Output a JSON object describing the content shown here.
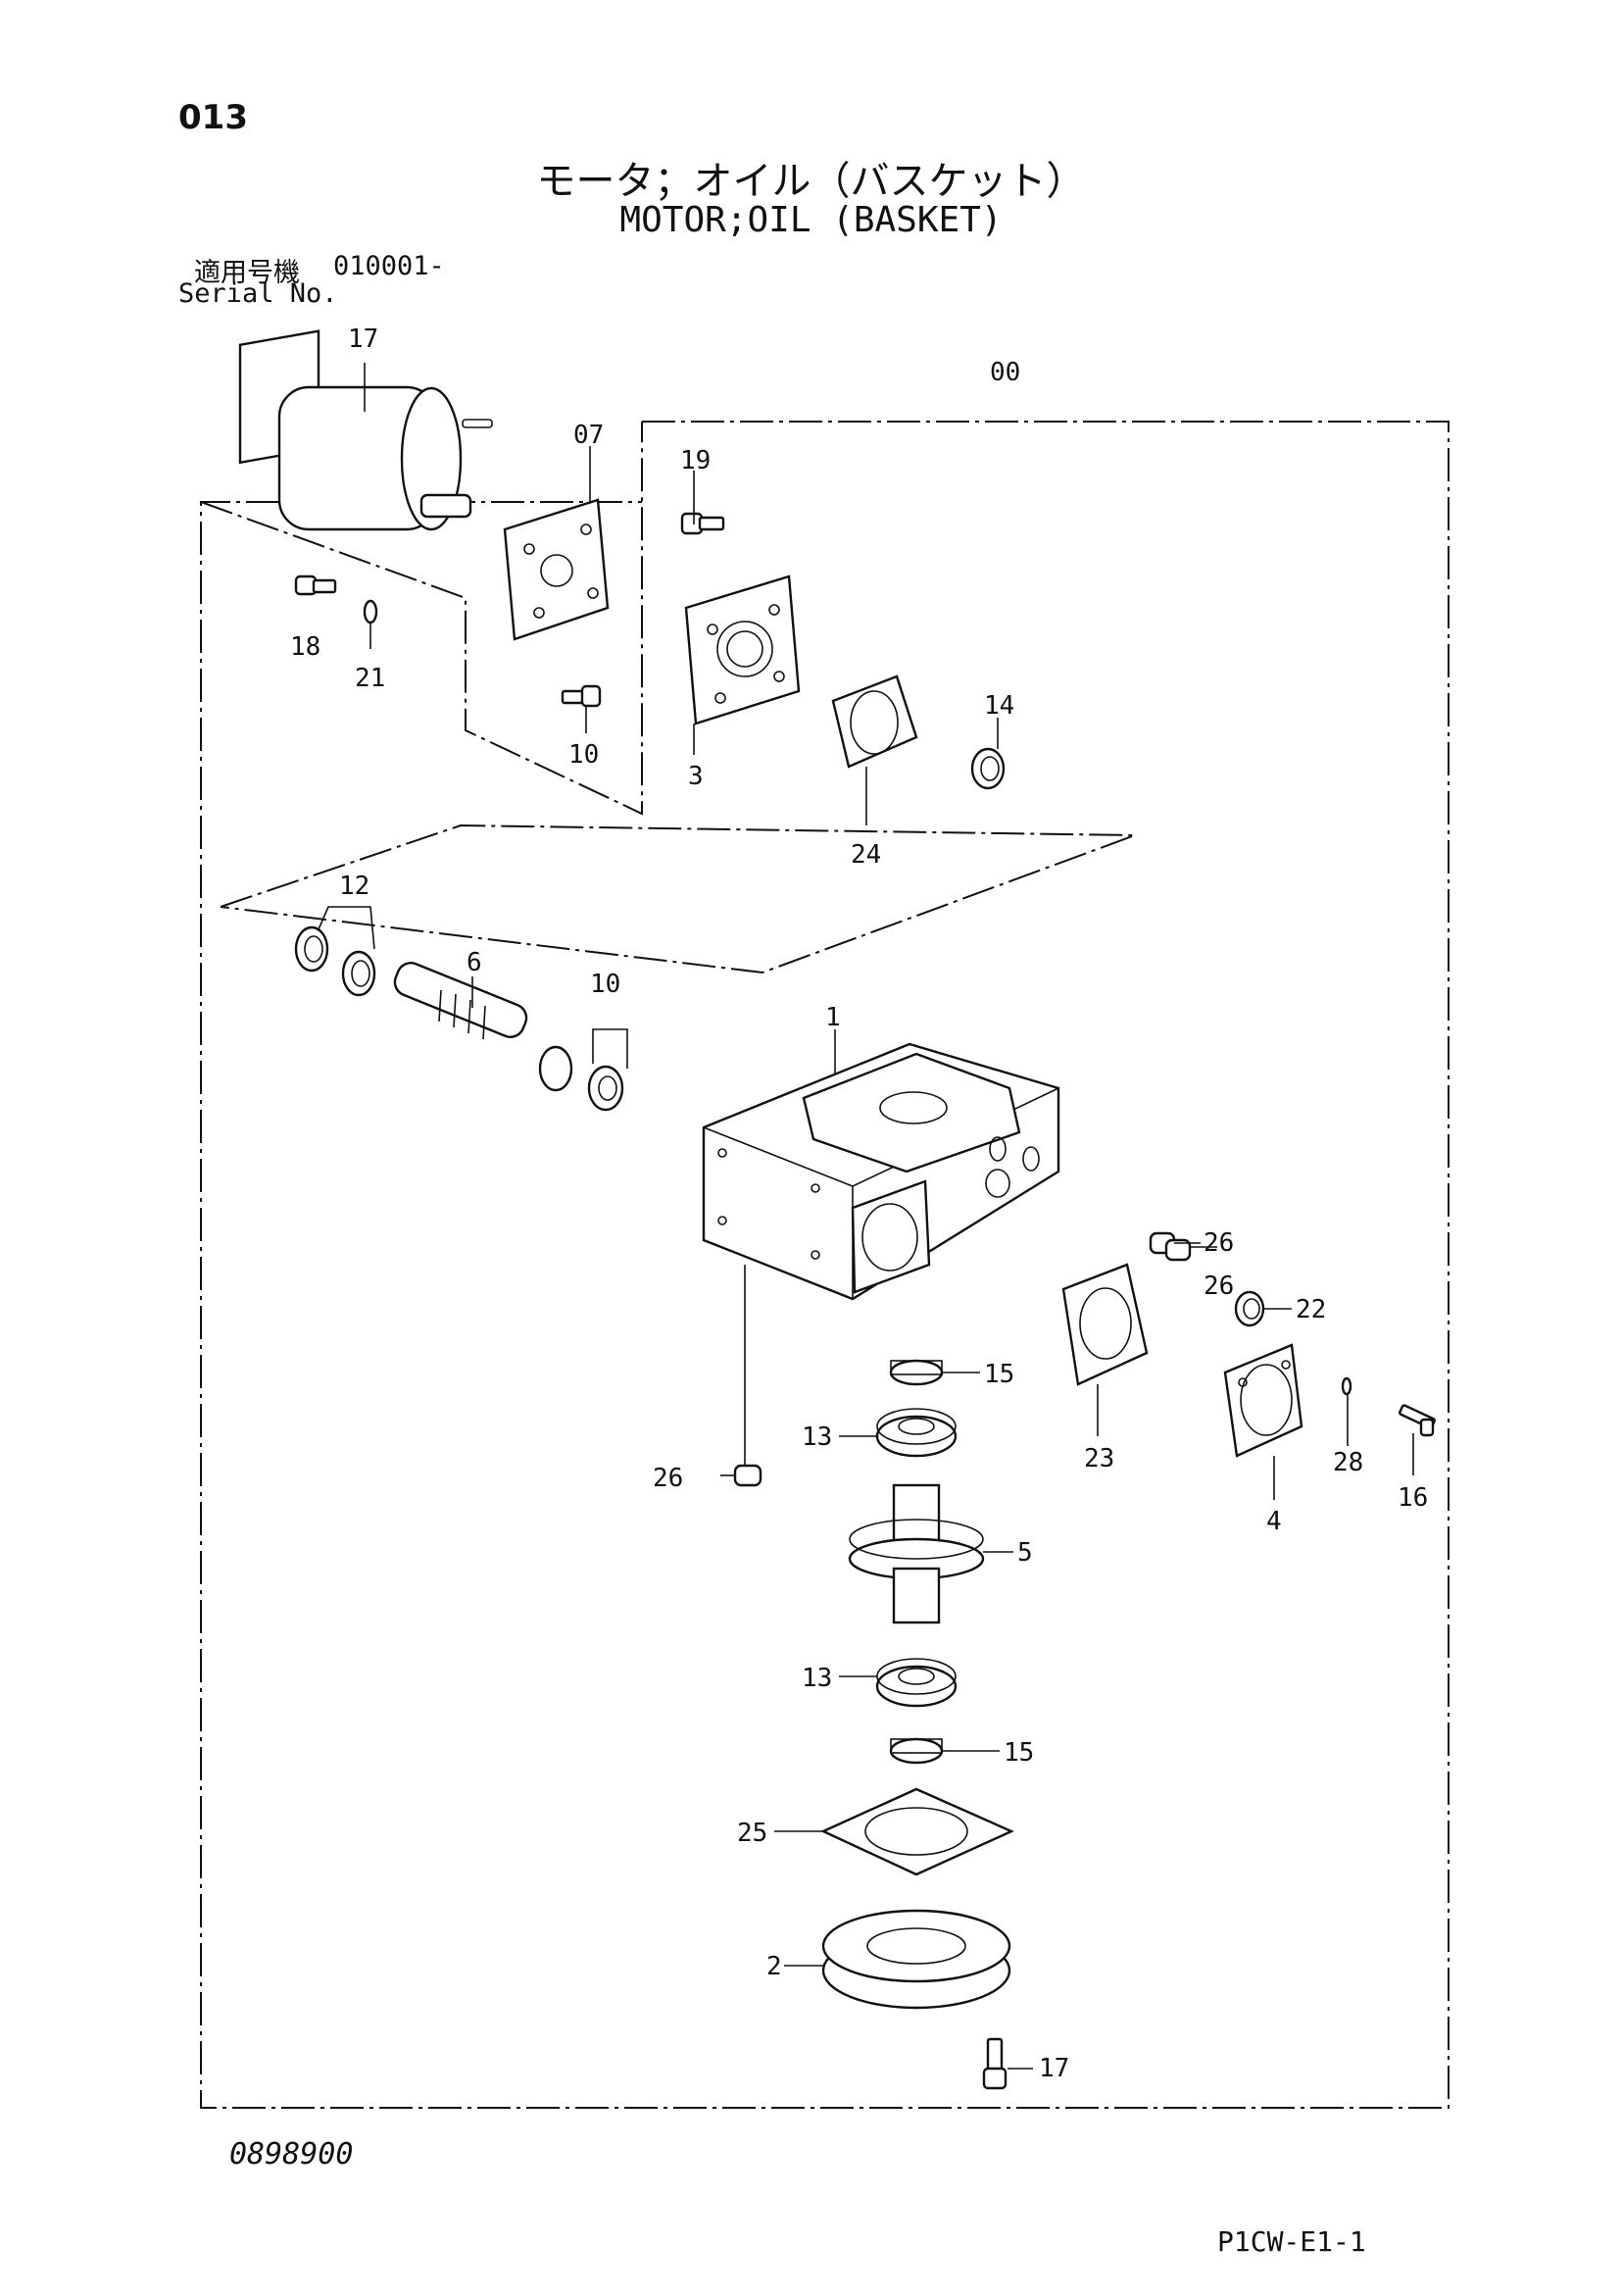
{
  "header": {
    "page_number": "013",
    "title_jp": "モータ；オイル（バスケット）",
    "title_en": "MOTOR;OIL (BASKET)",
    "serial_label_jp": "適用号機",
    "serial_value": "010001-",
    "serial_label_en": "Serial No."
  },
  "callouts": {
    "c00": "00",
    "c07": "07",
    "c17a": "17",
    "c19": "19",
    "c18": "18",
    "c21": "21",
    "c10a": "10",
    "c3": "3",
    "c14": "14",
    "c24": "24",
    "c12": "12",
    "c6": "6",
    "c10b": "10",
    "c1": "1",
    "c26a": "26",
    "c26b": "26",
    "c22": "22",
    "c15a": "15",
    "c13a": "13",
    "c26c": "26",
    "c23": "23",
    "c28": "28",
    "c16": "16",
    "c4": "4",
    "c5": "5",
    "c13b": "13",
    "c15b": "15",
    "c25": "25",
    "c2": "2",
    "c17b": "17"
  },
  "footer": {
    "catalog_number": "0898900",
    "sheet_code": "P1CW-E1-1"
  }
}
